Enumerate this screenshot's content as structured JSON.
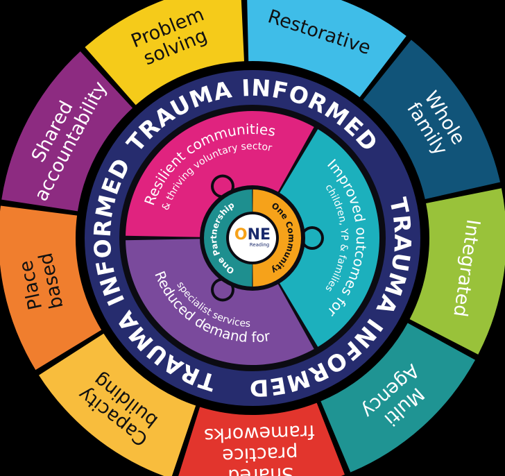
{
  "colors": {
    "background": "#000000",
    "navy_band": "#262c6e",
    "black_ring": "#0b0b12",
    "logo_navy": "#1a2a6c",
    "logo_orange": "#f6a21a"
  },
  "outer_ring": [
    {
      "label": "Restorative",
      "color": "#3fbde8",
      "text_color": "#111111"
    },
    {
      "label": "Whole family",
      "color": "#115479",
      "text_color": "#ffffff"
    },
    {
      "label": "Integrated",
      "color": "#99c23a",
      "text_color": "#ffffff"
    },
    {
      "label": "Multi Agency",
      "color": "#1f9493",
      "text_color": "#ffffff"
    },
    {
      "label": "Shared practice frameworks",
      "color": "#e2352d",
      "text_color": "#ffffff"
    },
    {
      "label": "Capacity building",
      "color": "#f8bd3d",
      "text_color": "#111111"
    },
    {
      "label": "Place based",
      "color": "#f07e2e",
      "text_color": "#111111"
    },
    {
      "label": "Shared accountability",
      "color": "#8d2b81",
      "text_color": "#ffffff"
    },
    {
      "label": "Problem solving",
      "color": "#f5cb1a",
      "text_color": "#111111"
    }
  ],
  "band": {
    "top": "TRAUMA INFORMED",
    "right": "TRAUMA INFORMED",
    "left": "TRAUMA INFORMED"
  },
  "inner_ring": [
    {
      "title": "Improved outcomes for",
      "subtitle": "children, YP & families",
      "color": "#1cb0bd"
    },
    {
      "title": "Reduced demand for",
      "subtitle": "specialist services",
      "color": "#7a4a9c"
    },
    {
      "title": "Resilient communities",
      "subtitle": "& thriving voluntary sector",
      "color": "#e0237f"
    }
  ],
  "core": {
    "right": "One Community",
    "left": "One Partnership",
    "right_color": "#f6a21a",
    "left_color": "#1e8f8f"
  },
  "logo": {
    "one": "ONE",
    "sub": "Reading"
  }
}
